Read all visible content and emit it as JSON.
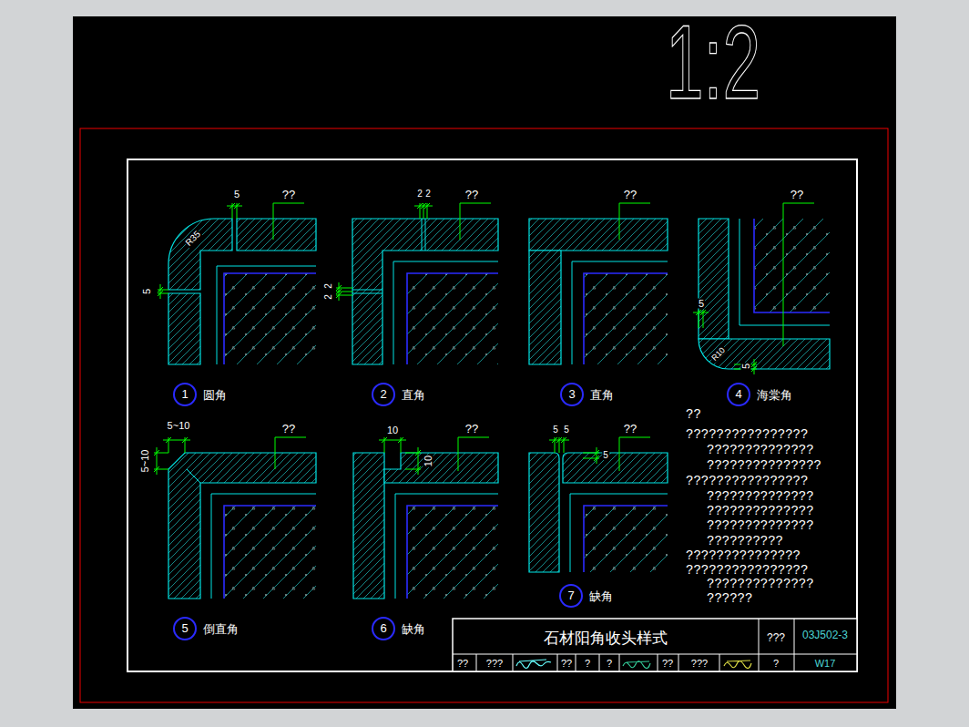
{
  "diagram": {
    "nodes": [
      {
        "text": [
          "1",
          "圆角"
        ]
      },
      {
        "text": [
          "2",
          "直角"
        ]
      },
      {
        "text": [
          "3",
          "直角"
        ]
      },
      {
        "text": [
          "4",
          "海棠角"
        ]
      },
      {
        "text": [
          "5",
          "倒直角"
        ]
      },
      {
        "text": [
          "6",
          "缺角"
        ]
      },
      {
        "text": [
          "7",
          "缺角"
        ]
      }
    ],
    "labels": [
      "1:2",
      "??",
      "5",
      "R35",
      "5",
      "??",
      "2",
      "2",
      "2",
      "2",
      "??",
      "??",
      "5",
      "R10",
      "5",
      "??",
      "5~10",
      "5~10",
      "??",
      "10",
      "10",
      "??",
      "5",
      "5",
      "5",
      "??",
      "????????????????",
      "??????????????",
      "???????????????",
      "????????????????",
      "??????????????",
      "??????????????",
      "??????????????",
      "??????????",
      "???????????????",
      "????????????????",
      "??????????????",
      "??????",
      "石材阳角收头样式",
      "???",
      "03J502-3",
      "??",
      "???",
      "??",
      "?",
      "?",
      "??",
      "???",
      "?",
      "W17"
    ]
  }
}
